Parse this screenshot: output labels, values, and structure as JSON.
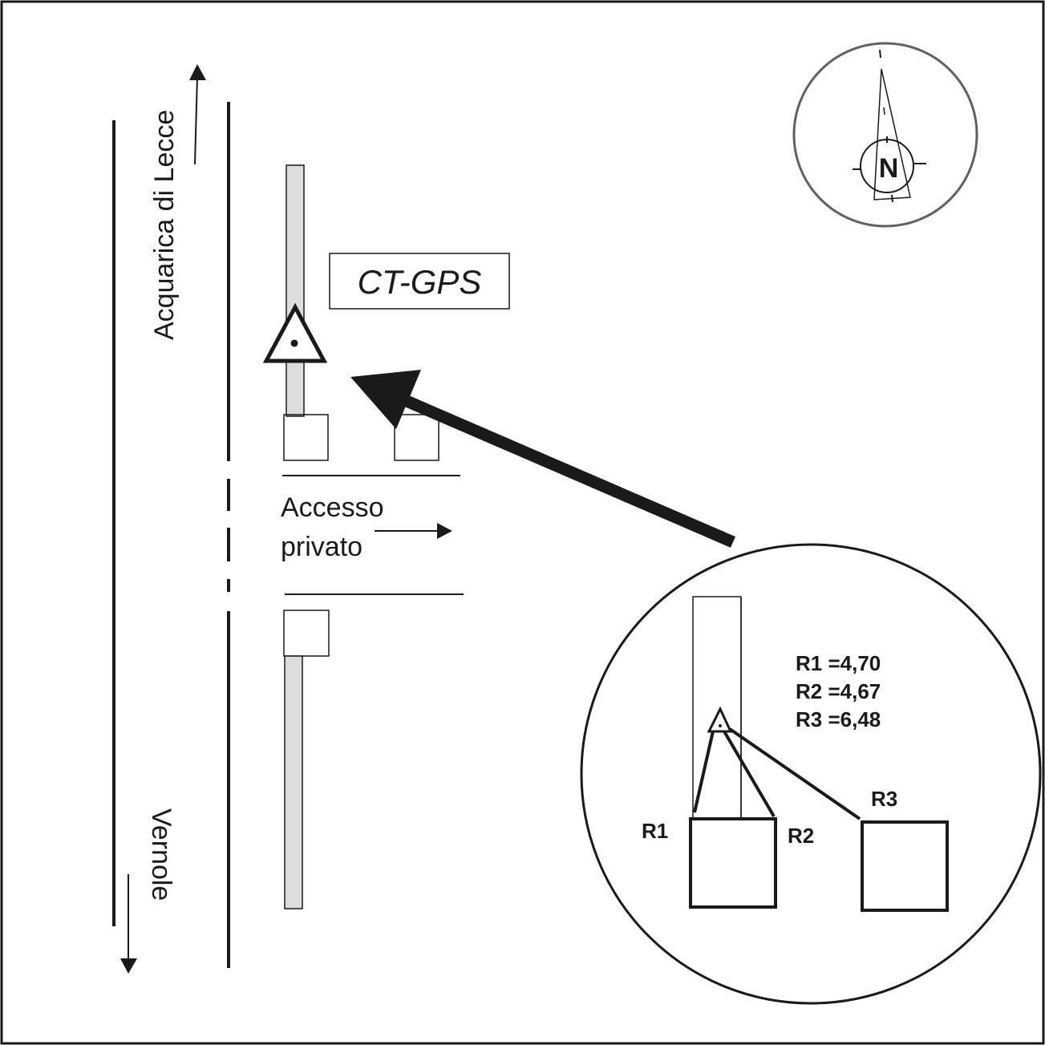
{
  "roads": {
    "north_destination": "Acquarica di Lecce",
    "south_destination": "Vernole",
    "side_access_line1": "Accesso",
    "side_access_line2": "privato"
  },
  "station": {
    "label": "CT-GPS"
  },
  "compass": {
    "north_letter": "N"
  },
  "inset": {
    "measurements": [
      {
        "name": "R1",
        "value": "4,70"
      },
      {
        "name": "R2",
        "value": "4,67"
      },
      {
        "name": "R3",
        "value": "6,48"
      }
    ],
    "measurement_lines": [
      "R1 =4,70",
      "R2 =4,67",
      "R3 =6,48"
    ],
    "reference_labels": [
      "R1",
      "R2",
      "R3"
    ]
  },
  "colors": {
    "line": "#1a1a1a",
    "wall_fill": "#dcdcdc",
    "compass_ring": "#606060"
  }
}
